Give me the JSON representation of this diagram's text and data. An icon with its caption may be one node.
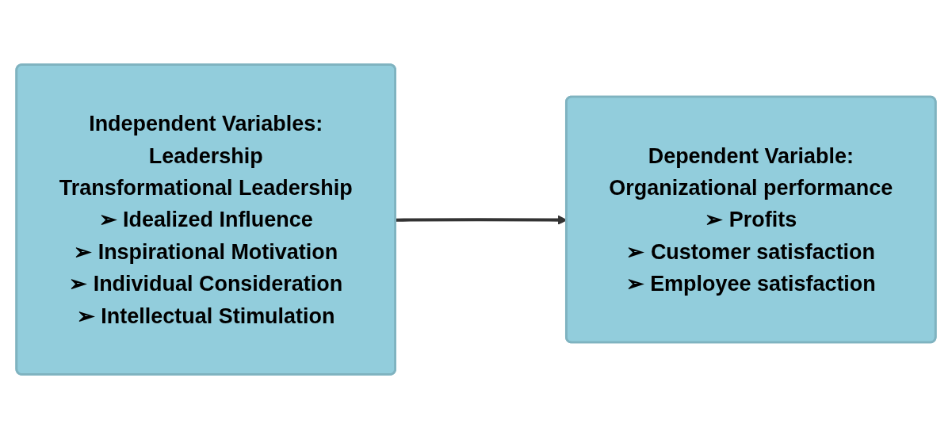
{
  "diagram": {
    "nodes": [
      {
        "text": [
          "Independent Variables:",
          "Leadership",
          "Transformational Leadership",
          "➢ Idealized Influence",
          "➢ Inspirational Motivation",
          "➢ Individual Consideration",
          "➢ Intellectual Stimulation"
        ]
      },
      {
        "text": [
          "Dependent Variable:",
          "Organizational performance",
          "➢ Profits",
          "➢ Customer satisfaction",
          "➢ Employee satisfaction"
        ]
      }
    ],
    "edges": [
      {
        "from": 0,
        "to": 1,
        "arrow": "to"
      }
    ]
  }
}
